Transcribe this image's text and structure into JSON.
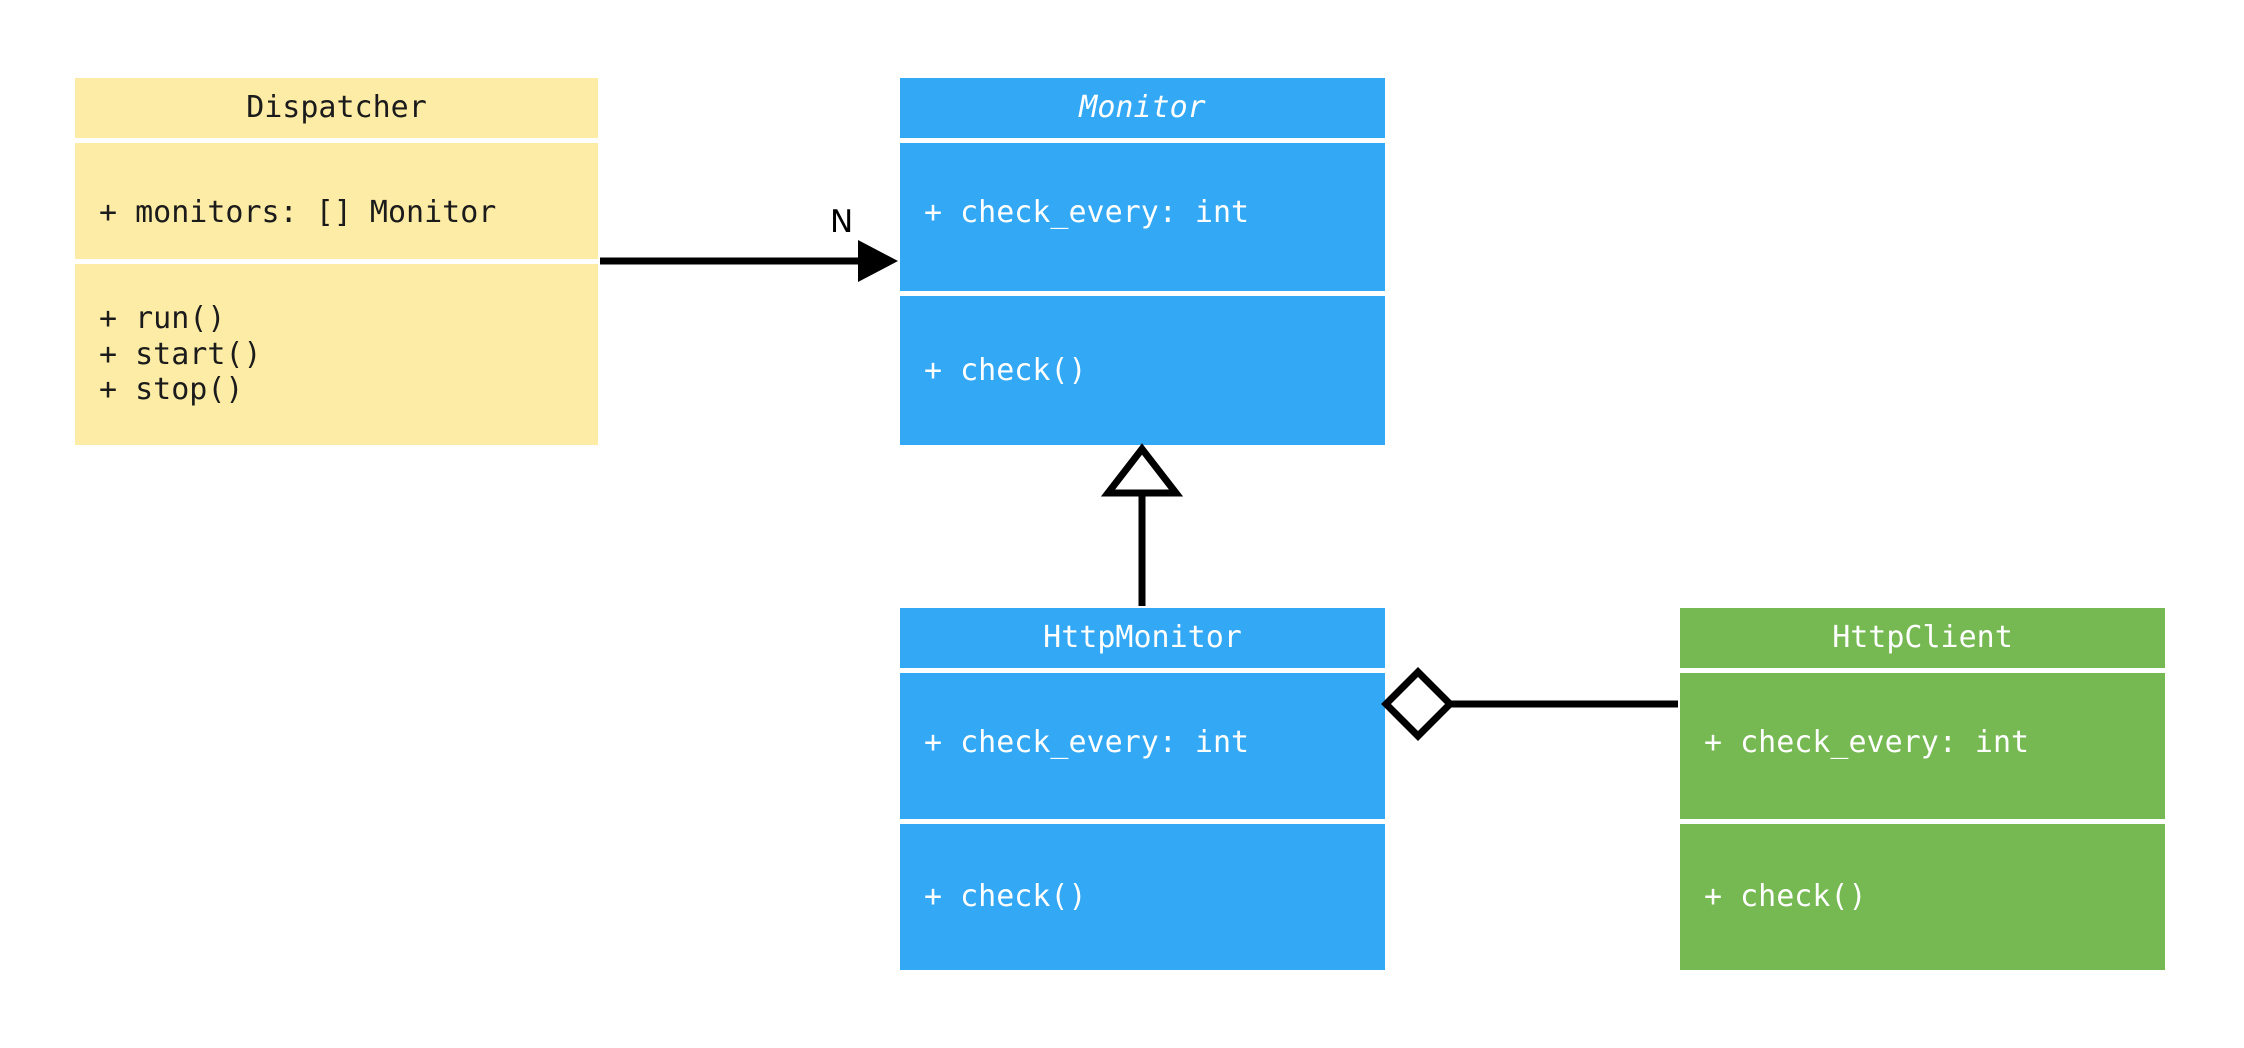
{
  "diagram": {
    "kind": "uml-class-diagram",
    "background": "#ffffff",
    "classes": [
      {
        "id": "dispatcher",
        "name": "Dispatcher",
        "abstract": false,
        "color": "#fdeca6",
        "text_color": "#1b1b1b",
        "attributes": [
          "+ monitors: [] Monitor"
        ],
        "methods": [
          "+ run()",
          "+ start()",
          "+ stop()"
        ]
      },
      {
        "id": "monitor",
        "name": "Monitor",
        "abstract": true,
        "color": "#33a8f5",
        "text_color": "#ffffff",
        "attributes": [
          "+ check_every: int"
        ],
        "methods": [
          "+ check()"
        ]
      },
      {
        "id": "http-monitor",
        "name": "HttpMonitor",
        "abstract": false,
        "color": "#33a8f5",
        "text_color": "#ffffff",
        "attributes": [
          "+ check_every: int"
        ],
        "methods": [
          "+ check()"
        ]
      },
      {
        "id": "http-client",
        "name": "HttpClient",
        "abstract": false,
        "color": "#76b852",
        "text_color": "#ffffff",
        "attributes": [
          "+ check_every: int"
        ],
        "methods": [
          "+ check()"
        ]
      }
    ],
    "relations": [
      {
        "id": "dispatcher-to-monitor",
        "type": "association",
        "from": "Dispatcher",
        "to": "Monitor",
        "label": "N",
        "head": "solid-arrow",
        "color": "#000000"
      },
      {
        "id": "httpmonitor-to-monitor",
        "type": "generalization",
        "from": "HttpMonitor",
        "to": "Monitor",
        "label": "",
        "head": "hollow-triangle",
        "color": "#000000"
      },
      {
        "id": "httpmonitor-to-httpclient",
        "type": "aggregation",
        "from": "HttpMonitor",
        "to": "HttpClient",
        "label": "",
        "head": "hollow-diamond",
        "color": "#000000"
      }
    ]
  }
}
